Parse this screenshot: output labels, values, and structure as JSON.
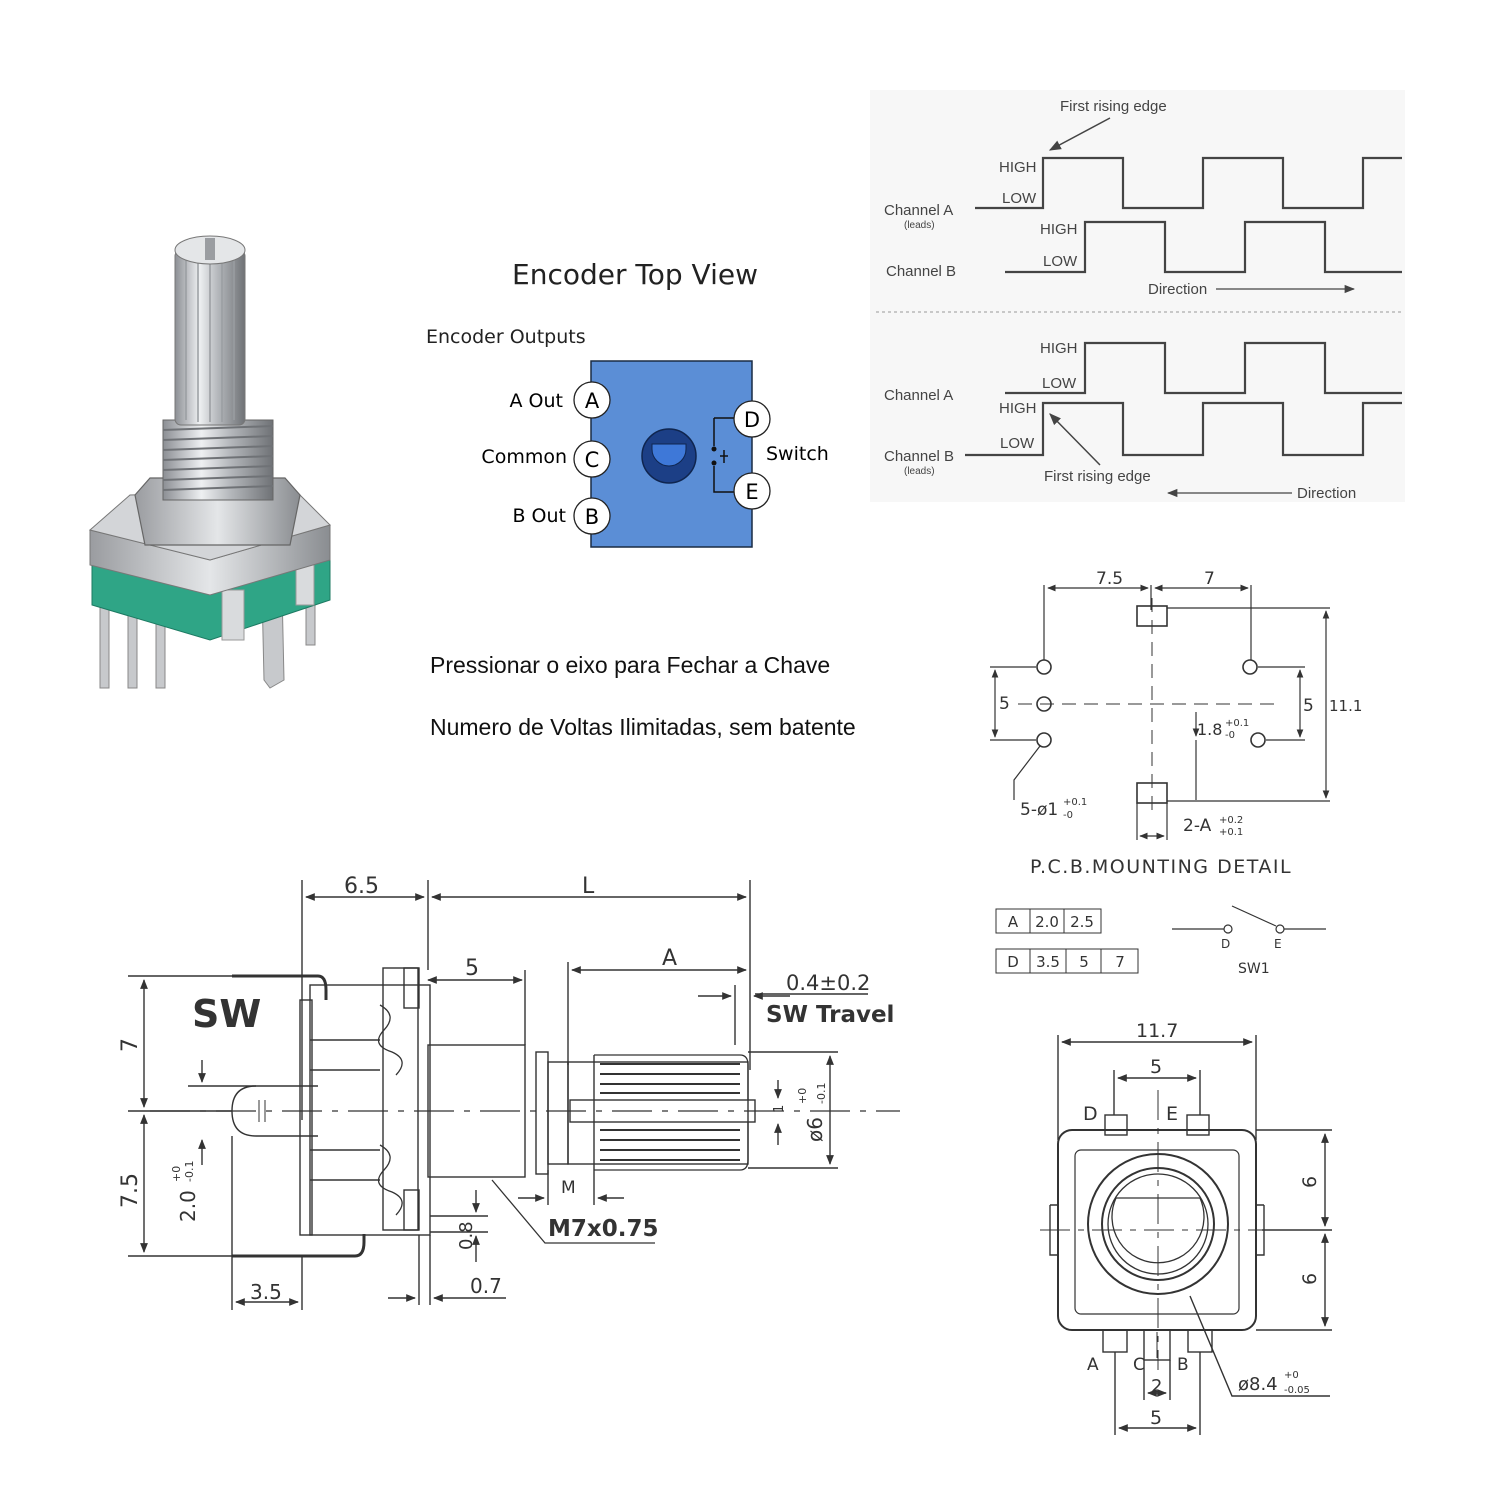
{
  "product_photo": {
    "description": "rotary-encoder-photo"
  },
  "top_view": {
    "title": "Encoder Top View",
    "subtitle": "Encoder Outputs",
    "pins": [
      {
        "label": "A Out",
        "letter": "A"
      },
      {
        "label": "Common",
        "letter": "C"
      },
      {
        "label": "B Out",
        "letter": "B"
      }
    ],
    "switch_pins": [
      {
        "letter": "D"
      },
      {
        "letter": "E"
      }
    ],
    "switch_label": "Switch",
    "body_color": "#5b8ed6"
  },
  "notes": {
    "line1": "Pressionar o eixo para Fechar a Chave",
    "line2": "Numero de Voltas Ilimitadas, sem batente"
  },
  "waveforms": {
    "top": {
      "first_rising_edge": "First rising edge",
      "channel_a": "Channel A",
      "channel_a_sub": "(leads)",
      "channel_b": "Channel B",
      "high": "HIGH",
      "low": "LOW",
      "direction": "Direction"
    },
    "bottom": {
      "channel_a": "Channel A",
      "channel_b": "Channel B",
      "channel_b_sub": "(leads)",
      "high": "HIGH",
      "low": "LOW",
      "first_rising_edge": "First rising edge",
      "direction": "Direction"
    }
  },
  "pcb": {
    "dim_top_left": "7.5",
    "dim_top_right": "7",
    "dim_left": "5",
    "dim_right": "5",
    "dim_height": "11.1",
    "dim_hole_spacing": "1.8",
    "dim_hole_tol_plus": "+0.1",
    "dim_hole_tol_minus": "-0",
    "holes_label": "5-ø1",
    "holes_tol_plus": "+0.1",
    "holes_tol_minus": "-0",
    "slot_label": "2-A",
    "slot_tol_plus": "+0.2",
    "slot_tol_minus": "+0.1",
    "title": "P.C.B.MOUNTING DETAIL",
    "table": [
      [
        "A",
        "2.0",
        "2.5"
      ],
      [
        "D",
        "3.5",
        "5",
        "7"
      ]
    ],
    "switch_d": "D",
    "switch_e": "E",
    "switch_label": "SW1"
  },
  "side_view": {
    "dim_65": "6.5",
    "dim_L": "L",
    "dim_5": "5",
    "dim_A": "A",
    "sw_travel_value": "0.4±0.2",
    "sw_travel_label": "SW Travel",
    "sw_label": "SW",
    "dim_7": "7",
    "dim_75": "7.5",
    "dim_20": "2.0",
    "dim_20_tol_plus": "+0",
    "dim_20_tol_minus": "-0.1",
    "dim_35": "3.5",
    "dim_08": "0.8",
    "dim_07": "0.7",
    "dim_M": "M",
    "thread": "M7x0.75",
    "dim_1": "1",
    "shaft_dia": "ø6",
    "shaft_tol_plus": "+0",
    "shaft_tol_minus": "-0.1"
  },
  "front_view": {
    "dim_117": "11.7",
    "dim_5_top": "5",
    "pin_d": "D",
    "pin_e": "E",
    "dim_6_upper": "6",
    "dim_6_lower": "6",
    "pin_a": "A",
    "pin_c": "C",
    "pin_b": "B",
    "dim_2": "2",
    "dim_5_bottom": "5",
    "bore": "ø8.4",
    "bore_tol_plus": "+0",
    "bore_tol_minus": "-0.05"
  }
}
